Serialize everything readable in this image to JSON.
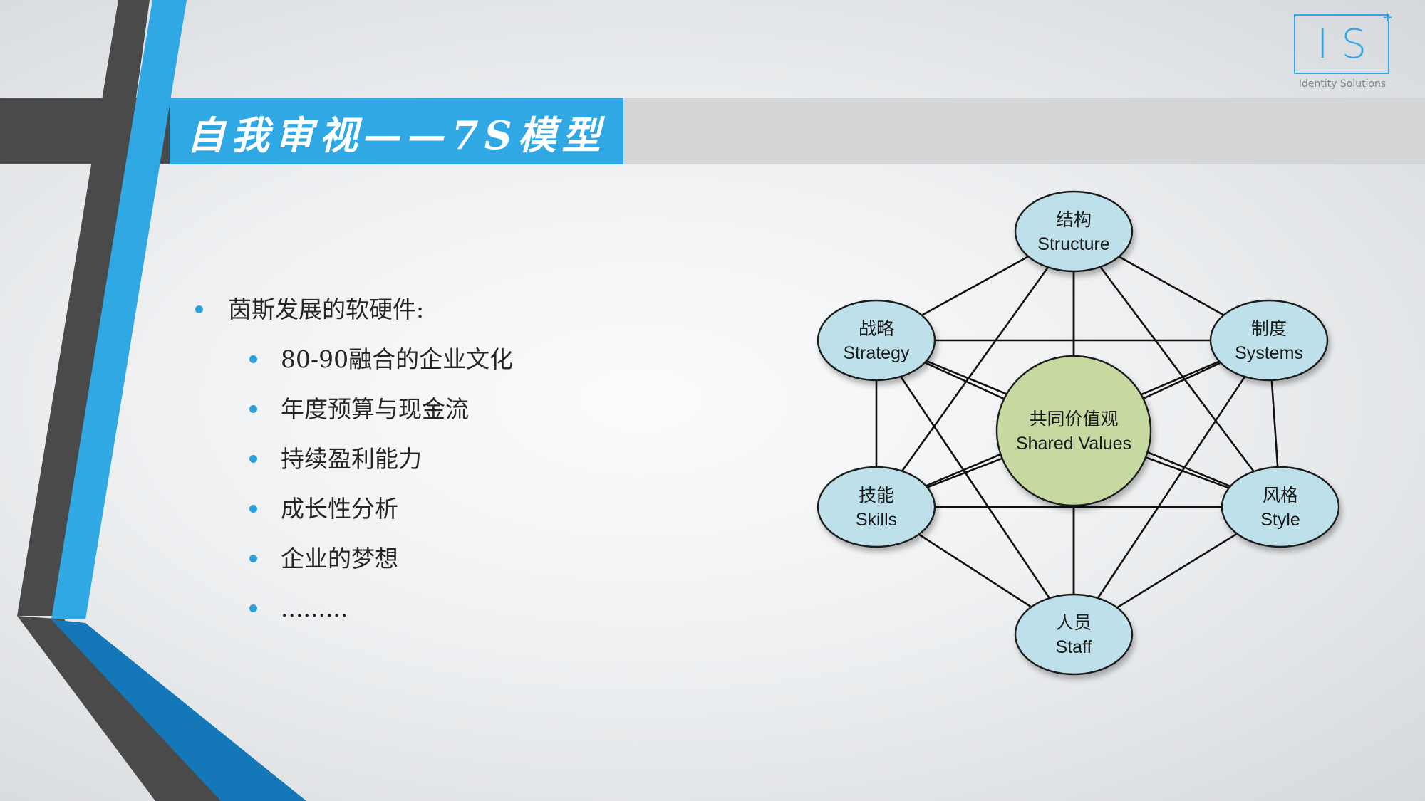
{
  "title": "自我审视——7S模型",
  "logo": {
    "letters": "IS",
    "tagline": "Identity Solutions"
  },
  "bullets": [
    {
      "level": 1,
      "text": "茵斯发展的软硬件:"
    },
    {
      "level": 2,
      "text": "80-90融合的企业文化"
    },
    {
      "level": 2,
      "text": "年度预算与现金流"
    },
    {
      "level": 2,
      "text": "持续盈利能力"
    },
    {
      "level": 2,
      "text": "成长性分析"
    },
    {
      "level": 2,
      "text": "企业的梦想"
    },
    {
      "level": 2,
      "text": "........."
    }
  ],
  "diagram": {
    "center": {
      "id": "shared-values",
      "cn": "共同价值观",
      "en": "Shared Values",
      "color": "#c5d9a0"
    },
    "outer": [
      {
        "id": "structure",
        "cn": "结构",
        "en": "Structure"
      },
      {
        "id": "systems",
        "cn": "制度",
        "en": "Systems"
      },
      {
        "id": "style",
        "cn": "风格",
        "en": "Style"
      },
      {
        "id": "staff",
        "cn": "人员",
        "en": "Staff"
      },
      {
        "id": "skills",
        "cn": "技能",
        "en": "Skills"
      },
      {
        "id": "strategy",
        "cn": "战略",
        "en": "Strategy"
      }
    ],
    "outer_color": "#bde0ea",
    "connections": [
      [
        "structure",
        "systems"
      ],
      [
        "structure",
        "style"
      ],
      [
        "structure",
        "staff"
      ],
      [
        "structure",
        "skills"
      ],
      [
        "structure",
        "strategy"
      ],
      [
        "structure",
        "shared-values"
      ],
      [
        "systems",
        "style"
      ],
      [
        "systems",
        "staff"
      ],
      [
        "systems",
        "skills"
      ],
      [
        "systems",
        "strategy"
      ],
      [
        "systems",
        "shared-values"
      ],
      [
        "style",
        "staff"
      ],
      [
        "style",
        "skills"
      ],
      [
        "style",
        "strategy"
      ],
      [
        "style",
        "shared-values"
      ],
      [
        "staff",
        "skills"
      ],
      [
        "staff",
        "strategy"
      ],
      [
        "staff",
        "shared-values"
      ],
      [
        "skills",
        "strategy"
      ],
      [
        "skills",
        "shared-values"
      ],
      [
        "strategy",
        "shared-values"
      ]
    ]
  },
  "colors": {
    "accent_blue": "#2fa8e4",
    "dark_gray": "#4a4a4a",
    "dark_blue": "#1477b8",
    "title_band_gray": "#d4d6d8"
  }
}
